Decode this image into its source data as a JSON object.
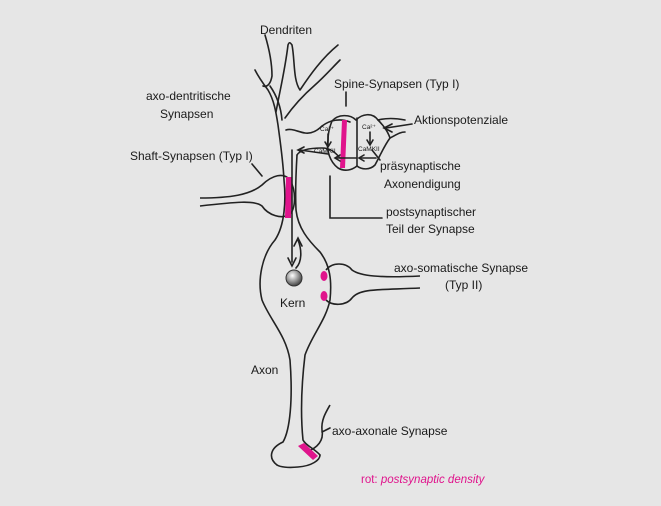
{
  "labels": {
    "dendriten": "Dendriten",
    "axo_dendritic_1": "axo-dentritische",
    "axo_dendritic_2": "Synapsen",
    "spine": "Spine-Synapsen (Typ I)",
    "action_potentials": "Aktionspotenziale",
    "shaft": "Shaft-Synapsen (Typ I)",
    "presynaptic_1": "präsynaptische",
    "presynaptic_2": "Axonendigung",
    "postsynaptic_1": "postsynaptischer",
    "postsynaptic_2": "Teil der Synapse",
    "axosomatic_1": "axo-somatische Synapse",
    "axosomatic_2": "(Typ II)",
    "kern": "Kern",
    "axon": "Axon",
    "axoaxonal": "axo-axonale Synapse",
    "ca_left": "Ca²⁺",
    "ca_right": "Ca²⁺",
    "camkii_left": "CaMKII",
    "camkii_right": "CaMKII"
  },
  "legend": {
    "prefix": "rot: ",
    "term": "postsynaptic density"
  },
  "colors": {
    "background": "#e6e6e6",
    "outline": "#222222",
    "psd": "#e0148c",
    "legend_text": "#e0148c"
  }
}
